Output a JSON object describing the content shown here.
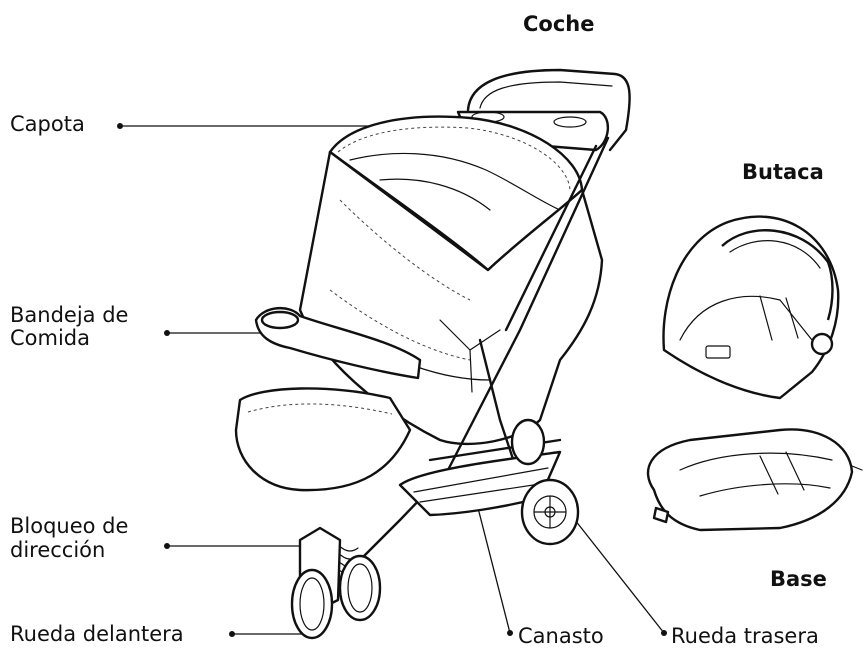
{
  "headings": {
    "stroller": "Coche",
    "car_seat": "Butaca",
    "base": "Base"
  },
  "labels": {
    "canopy": "Capota",
    "food_tray_line1": "Bandeja de",
    "food_tray_line2": "Comida",
    "steering_lock_line1": "Bloqueo de",
    "steering_lock_line2": "dirección",
    "front_wheel": "Rueda delantera",
    "basket": "Canasto",
    "rear_wheel": "Rueda trasera"
  }
}
